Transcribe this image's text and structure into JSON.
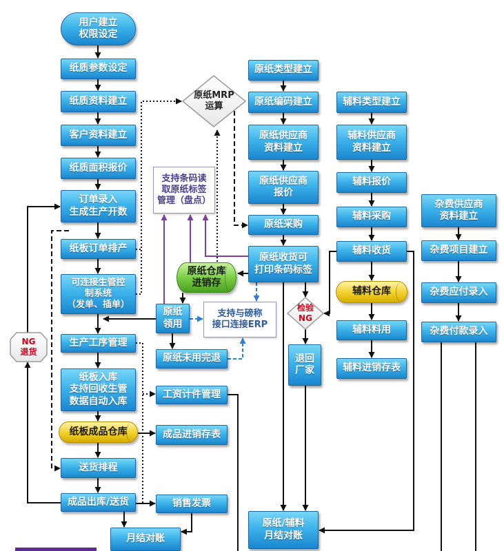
{
  "nodes": {
    "user_setup": "用户建立\n权限设定",
    "paper_params": "纸质参数设定",
    "paper_info": "纸质资料建立",
    "customer_info": "客户资料建立",
    "paper_area_quote": "纸质面积报价",
    "order_entry": "订单录入\n生成生产开数",
    "board_scheduling": "纸板订单排产",
    "production_control": "可连接生管控\n制系统\n（发单、插单）",
    "process_mgmt": "生产工序管理",
    "board_stockin": "纸板入库\n支持回收生管\n数据自动入库",
    "board_warehouse": "纸板成品仓库",
    "delivery_schedule": "送货排程",
    "outbound": "成品出库/送货",
    "monthly_recon": "月结对账",
    "mrp": "原纸MRP\n运算",
    "barcode_support": "支持条码读\n取原纸标签\n管理（盘点）",
    "paper_warehouse": "原纸仓库\n进销存",
    "paper_use": "原纸\n领用",
    "scale_interface": "支持与磅称\n接口连接ERP",
    "paper_return": "原纸未用完退",
    "piece_wage": "工资计件管理",
    "finished_report": "成品进销存表",
    "sales_invoice": "销售发票",
    "paper_type": "原纸类型建立",
    "paper_code": "原纸编码建立",
    "paper_supplier": "原纸供应商\n资料建立",
    "paper_supplier_quote": "原纸供应商\n报价",
    "paper_purchase": "原纸采购",
    "paper_receipt": "原纸收货可\n打印条码标签",
    "inspection": "检验\nNG",
    "return_vendor": "退回\n厂家",
    "paper_aux_recon": "原纸/辅料\n月结对账",
    "aux_type": "辅料类型建立",
    "aux_supplier": "辅料供应商\n资料建立",
    "aux_quote": "辅料报价",
    "aux_purchase": "辅料采购",
    "aux_receipt": "辅料收货",
    "aux_warehouse": "辅料仓库",
    "aux_use": "辅料料用",
    "aux_report": "辅料进销存表",
    "misc_supplier": "杂费供应商\n资料建立",
    "misc_item": "杂费项目建立",
    "misc_payable": "杂费应付录入",
    "misc_payment": "杂费付款录入",
    "ng_return": "NG\n退货"
  },
  "colors": {
    "box-top": "#79d6f7",
    "box-mid": "#3db3ea",
    "box-bottom": "#1a86cf",
    "box-border": "#1767a6",
    "note-border": "#9a93b5",
    "wire": "#111111",
    "wire-purple": "#7b3fa0",
    "wire-blue": "#2f7fd0",
    "ng-red": "#d0021b",
    "accent-bar": "#5b2d8e"
  }
}
